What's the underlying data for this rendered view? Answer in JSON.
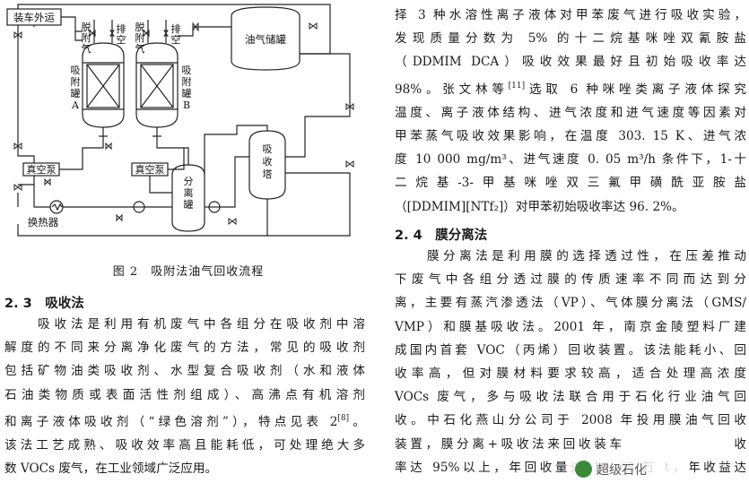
{
  "figure": {
    "labels": {
      "loading": "装车外运",
      "desorb_a": [
        "脱",
        "附",
        "气"
      ],
      "vent_a": [
        "排",
        "空"
      ],
      "desorb_b": [
        "脱",
        "附",
        "气"
      ],
      "vent_b": [
        "排",
        "空"
      ],
      "tank_a": [
        "吸",
        "附",
        "罐",
        "A"
      ],
      "tank_b": [
        "吸",
        "附",
        "罐",
        "B"
      ],
      "oil_tank": "油气储罐",
      "absorber": [
        "吸",
        "收",
        "塔"
      ],
      "separator": [
        "分",
        "离",
        "罐"
      ],
      "vacuum_pump_1": "真空泵",
      "vacuum_pump_2": "真空泵",
      "heat_exchanger": "换热器"
    },
    "caption": "图 2　吸附法油气回收流程"
  },
  "left": {
    "heading": "2. 3　吸收法",
    "lines": [
      "　　吸收法是利用有机废气中各组分在吸收剂中溶",
      "解度的不同来分离净化废气的方法，常见的吸收剂",
      "包括矿物油类吸收剂、水型复合吸收剂（水和液体",
      "石油类物质或表面活性剂组成）、高沸点有机溶剂",
      "和离子液体吸收剂（“绿色溶剂”），特点见表 2",
      "该法工艺成熟、吸收效率高且能耗低，可处理绝大多",
      "数 VOCs 废气，在工业领域广泛应用。"
    ],
    "cite": "[8]",
    "line5_tail": "。"
  },
  "right": {
    "lines_top": [
      "择 3 种水溶性离子液体对甲苯废气进行吸收实验，",
      "发现质量分数为 5% 的十二烷基咪唑双氰胺盐",
      "（DDMIM DCA）吸收效果最好且初始吸收率达",
      "98%。张文林等",
      "温度、离子液体结构、进气浓度和进气速度等因素对",
      "甲苯蒸气吸收效果影响，在温度 303. 15 K、进气浓",
      "度 10 000 mg/m³、进气速度 0. 05 m³/h 条件下，1-十",
      "二烷基-3-甲基咪唑双三氟甲磺酰亚胺盐",
      "（[DDMIM][NTf₂]）对甲苯初始吸收率达 96. 2%。"
    ],
    "cite": "[11]",
    "line4_tail": "选取 6 种咪唑类离子液体探究",
    "heading": "2. 4　膜分离法",
    "lines_bottom": [
      "　　膜分离法是利用膜的选择透过性，在压差推动",
      "下废气中各组分透过膜的传质速率不同而达到分",
      "离，主要有蒸汽渗透法（VP）、气体膜分离法（GMS/",
      "VMP）和膜基吸收法。2001 年，南京金陵塑料厂建",
      "成国内首套 VOC（丙烯）回收装置。该法能耗小、回",
      "收率高，但对膜材料要求较高，适合处理高浓度",
      "VOCs 废气，多与吸收法联合用于石化行业油气回",
      "收。中石化燕山分公司于 2008 年投用膜油气回收",
      "装置，膜分离+吸收法来回收装车",
      "率达 95%以上，年回收量达 19. 68 万 t，年收益达"
    ],
    "line9_tail": "收"
  },
  "watermark": {
    "text": "超级石化",
    "icon": "wechat-logo-icon"
  }
}
